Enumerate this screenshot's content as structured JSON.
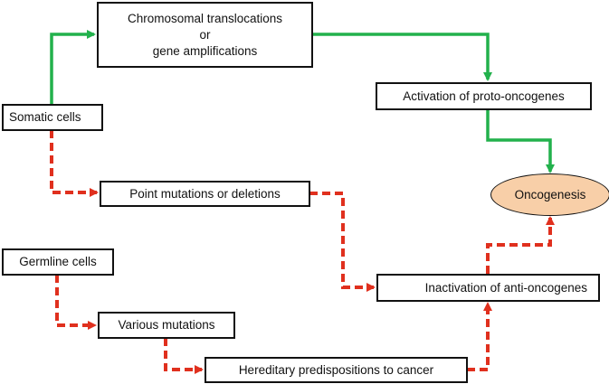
{
  "diagram": {
    "colors": {
      "positive_arrow": "#22b14c",
      "negative_arrow": "#e0301e",
      "outcome_fill": "#f8cfa8",
      "box_border": "#111111"
    },
    "nodes": {
      "chromosomal": {
        "line1": "Chromosomal translocations",
        "line2": "or",
        "line3": "gene amplifications"
      },
      "somatic": {
        "label": "Somatic cells"
      },
      "activation": {
        "label": "Activation of proto-oncogenes"
      },
      "oncogenesis": {
        "label": "Oncogenesis"
      },
      "point_mutations": {
        "label": "Point mutations or deletions"
      },
      "germline": {
        "label": "Germline cells"
      },
      "various_mutations": {
        "label": "Various mutations"
      },
      "inactivation": {
        "label": "Inactivation of anti-oncogenes"
      },
      "hereditary": {
        "label": "Hereditary predispositions to cancer"
      }
    },
    "edges": [
      {
        "from": "somatic",
        "to": "chromosomal",
        "style": "solid-green"
      },
      {
        "from": "chromosomal",
        "to": "activation",
        "style": "solid-green"
      },
      {
        "from": "activation",
        "to": "oncogenesis",
        "style": "solid-green"
      },
      {
        "from": "somatic",
        "to": "point_mutations",
        "style": "dashed-red"
      },
      {
        "from": "point_mutations",
        "to": "inactivation",
        "style": "dashed-red"
      },
      {
        "from": "germline",
        "to": "various_mutations",
        "style": "dashed-red"
      },
      {
        "from": "various_mutations",
        "to": "hereditary",
        "style": "dashed-red"
      },
      {
        "from": "hereditary",
        "to": "inactivation",
        "style": "dashed-red"
      },
      {
        "from": "inactivation",
        "to": "oncogenesis",
        "style": "dashed-red"
      }
    ]
  }
}
